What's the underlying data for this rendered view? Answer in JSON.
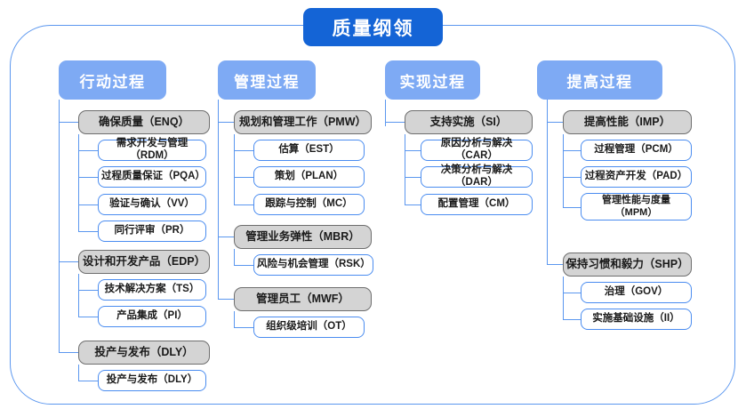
{
  "diagram": {
    "root": {
      "label": "质量纲领"
    },
    "colors": {
      "root_fill": "#1464d6",
      "header_fill": "#7eaaf4",
      "frame_border": "#5b97ef",
      "group_fill": "#d4d4d4",
      "group_border": "#6e6e6e",
      "leaf_border": "#4a8cf0",
      "leaf_fill": "#ffffff",
      "connector": "#5b97ef",
      "page_background": "#ffffff"
    },
    "columns": [
      {
        "header": "行动过程",
        "groups": [
          {
            "label": "确保质量（ENQ）",
            "children": [
              "需求开发与管理（RDM）",
              "过程质量保证（PQA）",
              "验证与确认（VV）",
              "同行评审（PR）"
            ]
          },
          {
            "label": "设计和开发产品（EDP）",
            "children": [
              "技术解决方案（TS）",
              "产品集成（PI）"
            ]
          },
          {
            "label": "投产与发布（DLY）",
            "children": [
              "投产与发布（DLY）"
            ]
          }
        ]
      },
      {
        "header": "管理过程",
        "groups": [
          {
            "label": "规划和管理工作（PMW）",
            "children": [
              "估算（EST）",
              "策划（PLAN）",
              "跟踪与控制（MC）"
            ]
          },
          {
            "label": "管理业务弹性（MBR）",
            "children": [
              "风险与机会管理（RSK）"
            ]
          },
          {
            "label": "管理员工（MWF）",
            "children": [
              "组织级培训（OT）"
            ]
          }
        ]
      },
      {
        "header": "实现过程",
        "groups": [
          {
            "label": "支持实施（SI）",
            "children": [
              "原因分析与解决（CAR）",
              "决策分析与解决（DAR）",
              "配置管理（CM）"
            ]
          }
        ]
      },
      {
        "header": "提高过程",
        "groups": [
          {
            "label": "提高性能（IMP）",
            "children": [
              "过程管理（PCM）",
              "过程资产开发（PAD）",
              "管理性能与度量（MPM）"
            ]
          },
          {
            "label": "保持习惯和毅力（SHP）",
            "children": [
              "治理（GOV）",
              "实施基础设施（II）"
            ]
          }
        ]
      }
    ]
  }
}
